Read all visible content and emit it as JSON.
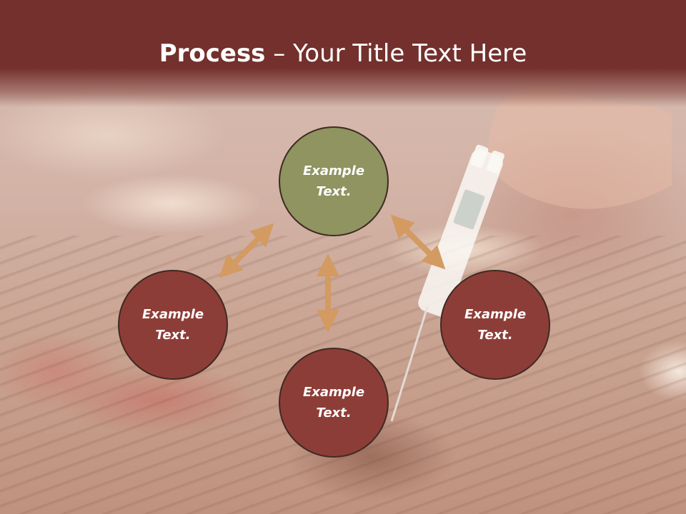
{
  "title": {
    "bold": "Process",
    "rest": " – Your Title Text Here"
  },
  "nodes": {
    "top": {
      "line1": "Example",
      "line2": "Text."
    },
    "left": {
      "line1": "Example",
      "line2": "Text."
    },
    "right": {
      "line1": "Example",
      "line2": "Text."
    },
    "bottom": {
      "line1": "Example",
      "line2": "Text."
    }
  },
  "colors": {
    "header": "#73302c",
    "node_green": "#8f9460",
    "node_red": "#8d3d37",
    "arrow": "#d39a62"
  }
}
